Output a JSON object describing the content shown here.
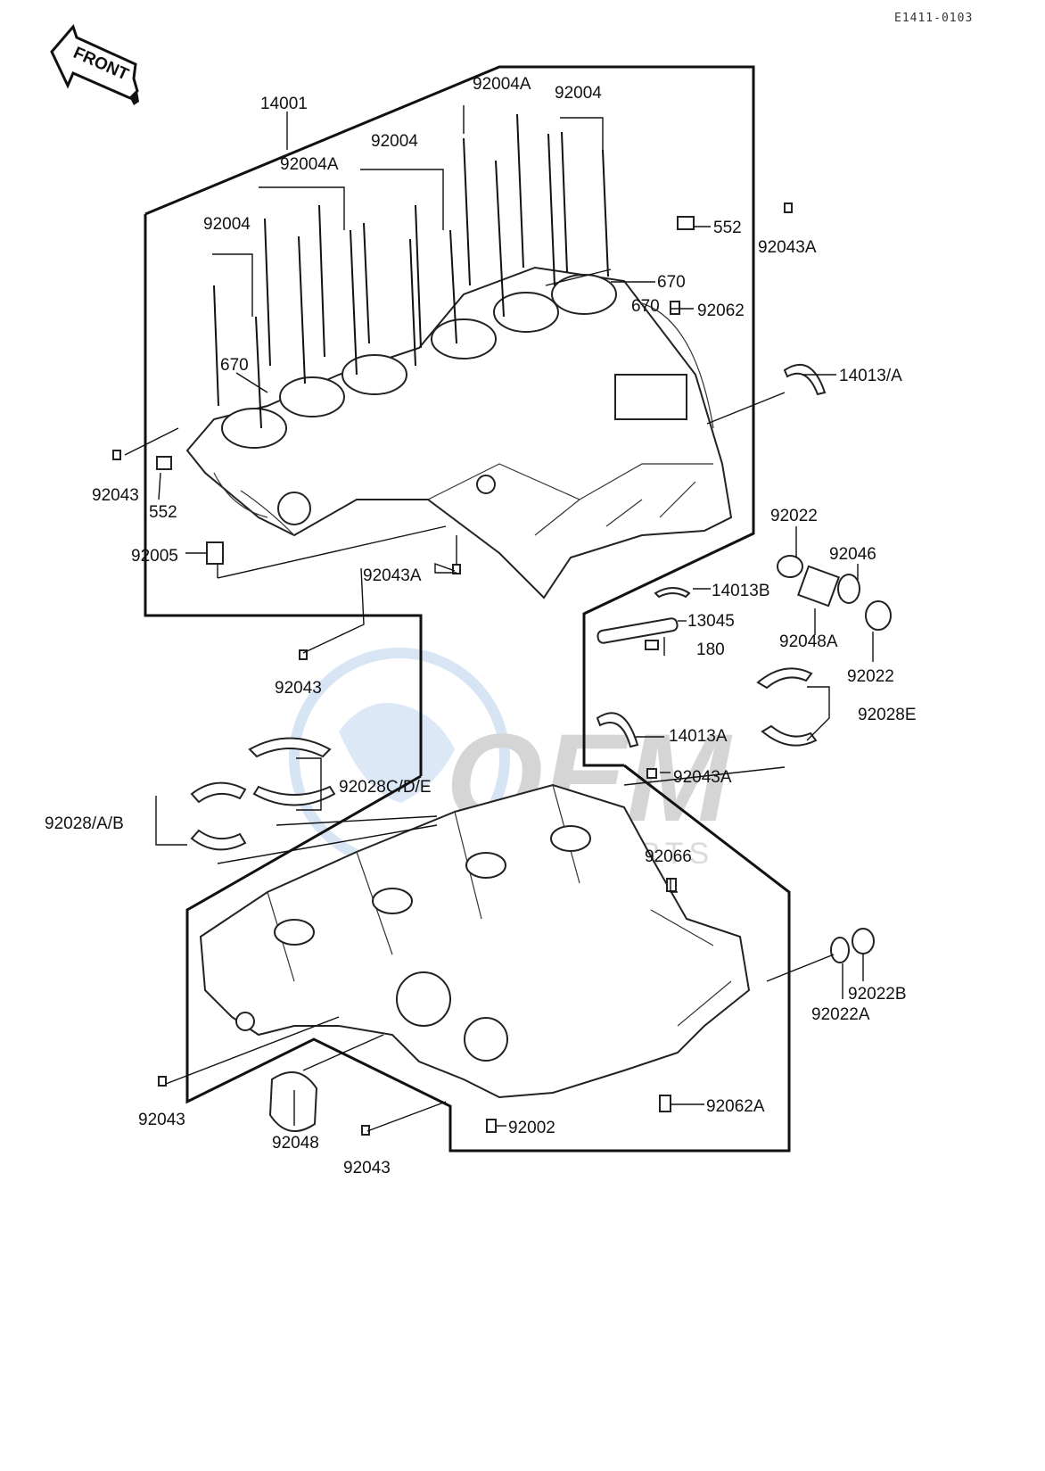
{
  "header": {
    "drawing_code": "E1411-0103"
  },
  "front_arrow": {
    "text": "FRONT"
  },
  "watermark": {
    "brand": "OEM",
    "tagline": "MOTORPARTS"
  },
  "callouts": {
    "c14001": "14001",
    "c92004a_top": "92004A",
    "c92004_top_r": "92004",
    "c92004_mid": "92004",
    "c92004a_mid": "92004A",
    "c92004_left": "92004",
    "c552_r": "552",
    "c92043a_tr": "92043A",
    "c670_a": "670",
    "c670_b": "670",
    "c92062": "92062",
    "c670_left": "670",
    "c14013a_r": "14013/A",
    "c92043_l": "92043",
    "c552_l": "552",
    "c92005": "92005",
    "c92043a_mid": "92043A",
    "c92022_top": "92022",
    "c92046": "92046",
    "c14013b": "14013B",
    "c13045": "13045",
    "c180": "180",
    "c92048a": "92048A",
    "c92022_bot": "92022",
    "c92043_center": "92043",
    "c92028e": "92028E",
    "c14013a_mid": "14013A",
    "c92043a_low": "92043A",
    "c92028cde": "92028C/D/E",
    "c92028ab": "92028/A/B",
    "c92066": "92066",
    "c92022b": "92022B",
    "c92022a": "92022A",
    "c92043_bl": "92043",
    "c92048": "92048",
    "c92043_b": "92043",
    "c92002": "92002",
    "c92062a": "92062A"
  }
}
